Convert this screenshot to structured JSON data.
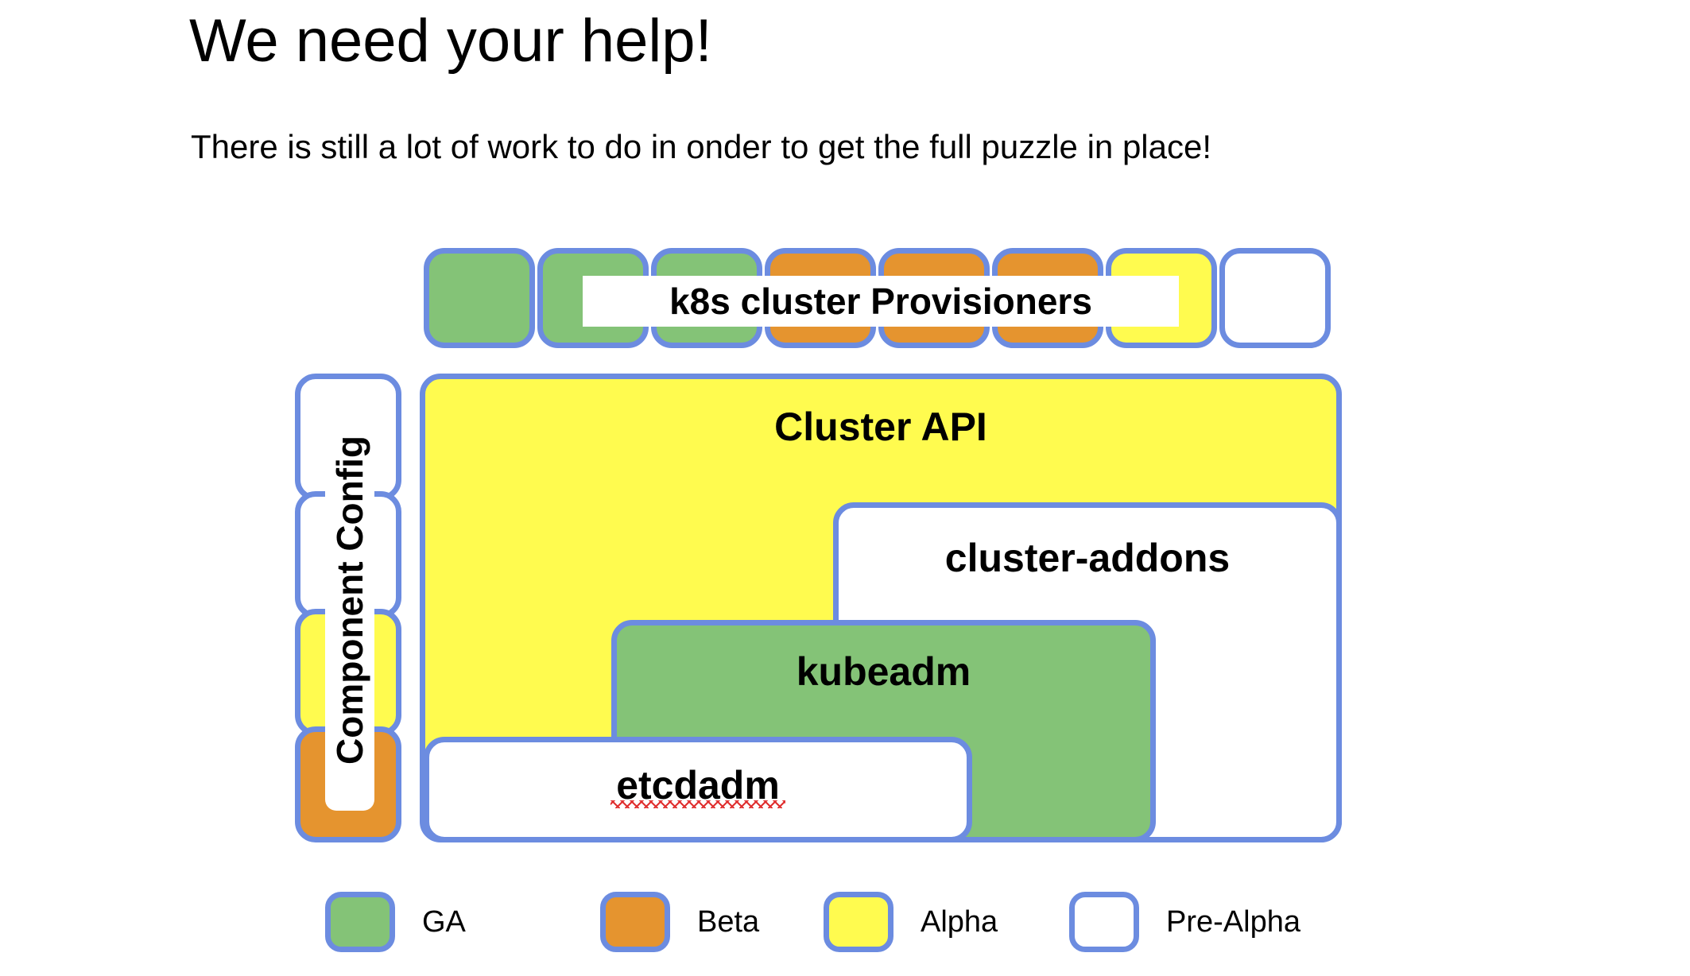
{
  "slide": {
    "title": "We need your help!",
    "subtitle": "There is still a lot of work to do in onder to get the full puzzle in place!"
  },
  "diagram": {
    "provisioners_label": "k8s cluster Provisioners",
    "component_config_label": "Component Config",
    "cluster_api_label": "Cluster API",
    "cluster_addons_label": "cluster-addons",
    "kubeadm_label": "kubeadm",
    "etcdadm_label": "etcdadm",
    "provisioner_tiles": [
      {
        "maturity": "GA",
        "color": "#84c377"
      },
      {
        "maturity": "GA",
        "color": "#84c377"
      },
      {
        "maturity": "GA",
        "color": "#84c377"
      },
      {
        "maturity": "Beta",
        "color": "#e5942f"
      },
      {
        "maturity": "Beta",
        "color": "#e5942f"
      },
      {
        "maturity": "Beta",
        "color": "#e5942f"
      },
      {
        "maturity": "Alpha",
        "color": "#fffb4f"
      },
      {
        "maturity": "Pre-Alpha",
        "color": "#ffffff"
      }
    ],
    "component_config_tiles": [
      {
        "maturity": "Pre-Alpha",
        "color": "#ffffff"
      },
      {
        "maturity": "Pre-Alpha",
        "color": "#ffffff"
      },
      {
        "maturity": "Alpha",
        "color": "#fffb4f"
      },
      {
        "maturity": "Beta",
        "color": "#e5942f"
      }
    ],
    "component_maturity": {
      "cluster_api": "Alpha",
      "cluster_addons": "Pre-Alpha",
      "kubeadm": "GA",
      "etcdadm": "Pre-Alpha"
    }
  },
  "legend": {
    "items": [
      {
        "label": "GA",
        "color": "#84c377"
      },
      {
        "label": "Beta",
        "color": "#e5942f"
      },
      {
        "label": "Alpha",
        "color": "#fffb4f"
      },
      {
        "label": "Pre-Alpha",
        "color": "#ffffff"
      }
    ]
  },
  "theme": {
    "border_color": "#6c8ce0",
    "background": "#ffffff",
    "text_color": "#000000",
    "spellcheck_color": "#e03030"
  }
}
